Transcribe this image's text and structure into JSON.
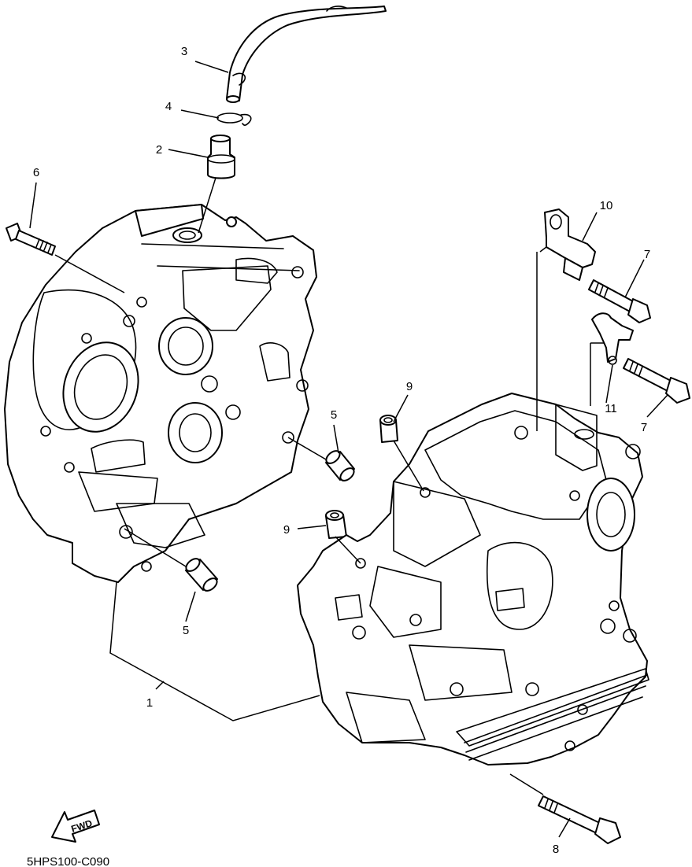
{
  "diagram_code": "5HPS100-C090",
  "fwd_label": "FWD",
  "callouts": {
    "c1": "1",
    "c2": "2",
    "c3": "3",
    "c4": "4",
    "c5a": "5",
    "c5b": "5",
    "c6": "6",
    "c7a": "7",
    "c7b": "7",
    "c8": "8",
    "c9a": "9",
    "c9b": "9",
    "c10": "10",
    "c11": "11"
  }
}
